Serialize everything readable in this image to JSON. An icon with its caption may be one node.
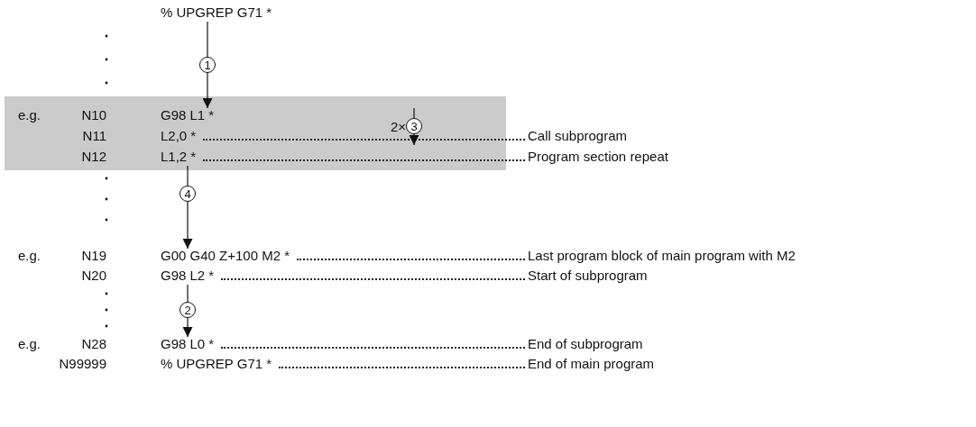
{
  "diagram": {
    "nodes": [
      {
        "text": [
          "% UPGREP G71 *"
        ]
      },
      {
        "text": [],
        "shape": "band"
      },
      {
        "text": [
          "G98 L1 *"
        ],
        "in": 1
      },
      {
        "text": [
          "L2,0 *"
        ],
        "in": 1,
        "beside": [
          "Call subprogram"
        ]
      },
      {
        "text": [
          "L1,2 *"
        ],
        "in": 1,
        "beside": [
          "Program section repeat"
        ]
      },
      {
        "text": [
          "G00 G40 Z+100 M2 *"
        ],
        "beside": [
          "Last program block of main program with M2"
        ]
      },
      {
        "text": [
          "G98 L2 *"
        ],
        "beside": [
          "Start of subprogram"
        ]
      },
      {
        "text": [
          "G98 L0 *"
        ],
        "beside": [
          "End of subprogram"
        ]
      },
      {
        "text": [
          "% UPGREP G71 *"
        ],
        "beside": [
          "End of main program"
        ]
      }
    ],
    "edges": [
      {
        "from": 0,
        "to": 2,
        "arrow": "to",
        "label": "1"
      },
      {
        "from": 4,
        "to": 5,
        "arrow": "to",
        "label": "4"
      },
      {
        "from": 6,
        "to": 7,
        "arrow": "to",
        "label": "2"
      }
    ],
    "labels": [
      "e.g.",
      "N10",
      "2×",
      "3",
      "N11",
      "N12",
      "e.g.",
      "N19",
      "N20",
      "e.g.",
      "N28",
      "N99999"
    ]
  }
}
